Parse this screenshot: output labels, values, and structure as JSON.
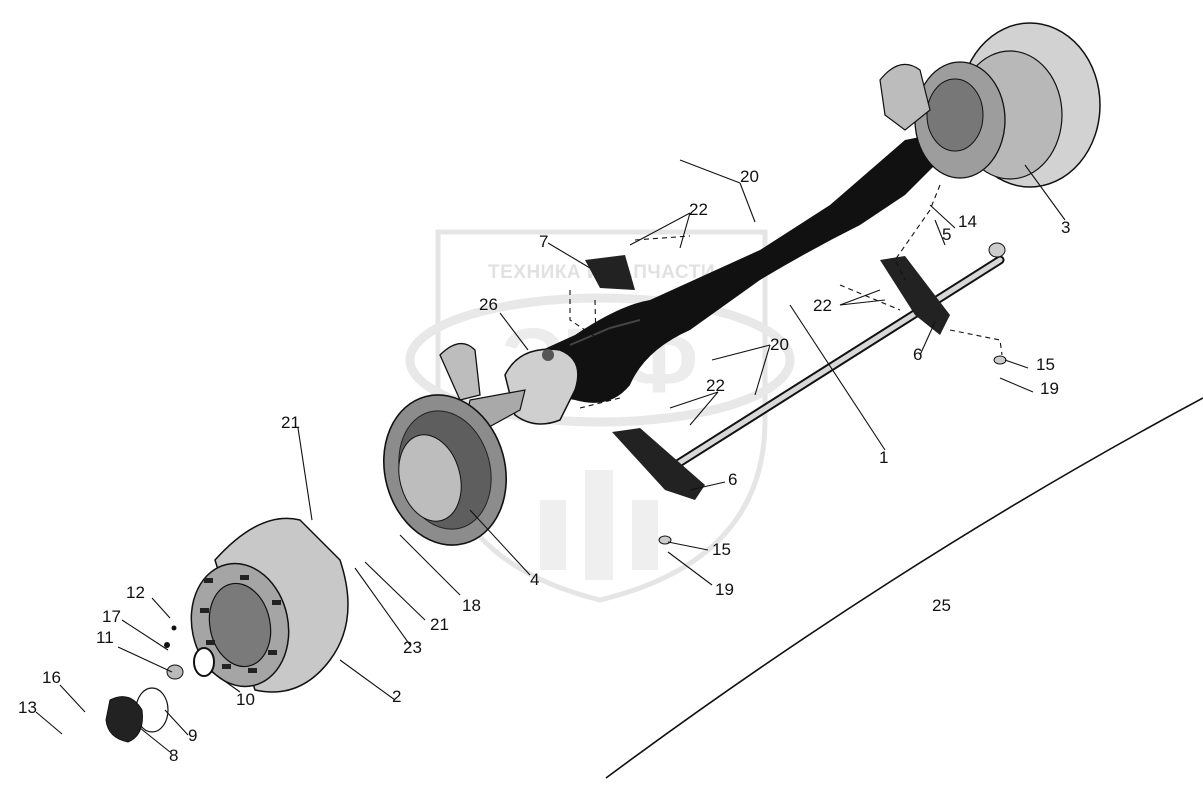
{
  "watermark": {
    "text": "ТЕХНИКА И ЗАПЧАСТИ",
    "logo": "ЭТФ"
  },
  "callouts": {
    "c1": "1",
    "c2": "2",
    "c3": "3",
    "c4": "4",
    "c5": "5",
    "c6a": "6",
    "c6b": "6",
    "c7": "7",
    "c8": "8",
    "c9": "9",
    "c10": "10",
    "c11": "11",
    "c12": "12",
    "c13": "13",
    "c14": "14",
    "c15a": "15",
    "c15b": "15",
    "c16": "16",
    "c17": "17",
    "c18": "18",
    "c19a": "19",
    "c19b": "19",
    "c20a": "20",
    "c20b": "20",
    "c21a": "21",
    "c21b": "21",
    "c22a": "22",
    "c22b": "22",
    "c22c": "22",
    "c23": "23",
    "c25": "25",
    "c26": "26"
  }
}
